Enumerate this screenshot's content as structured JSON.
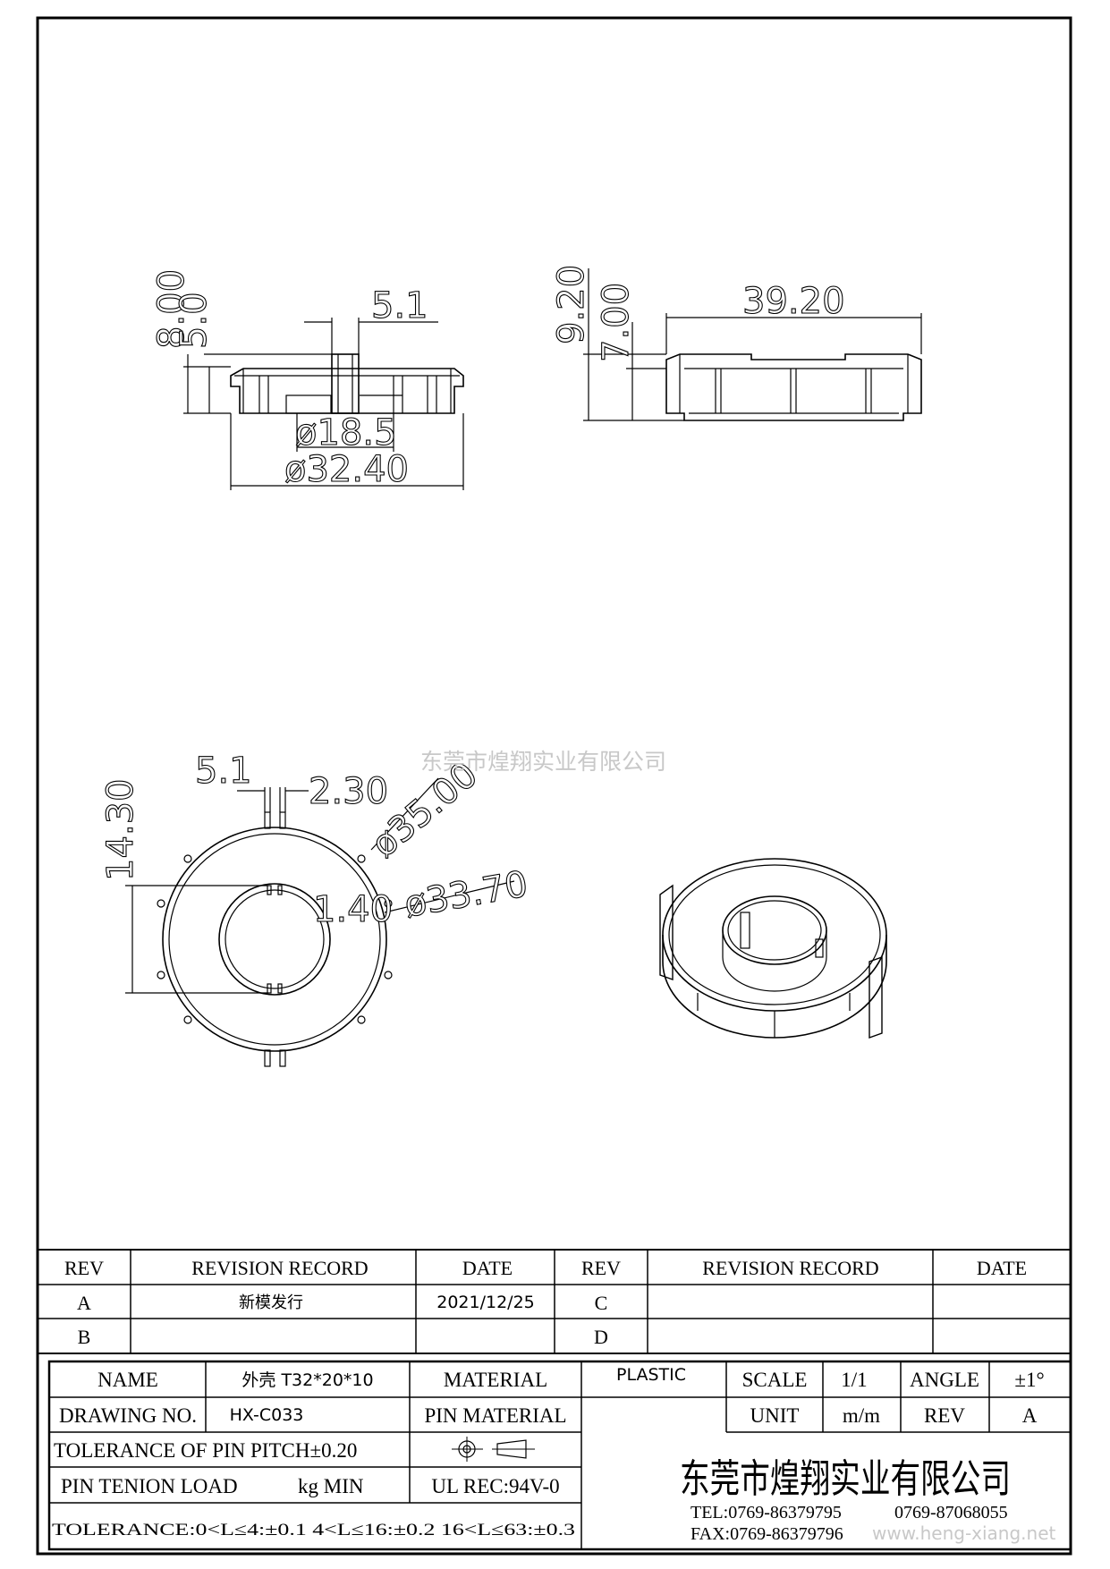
{
  "watermark_center": "东莞市煌翔实业有限公司",
  "watermark_url": "www.heng-xiang.net",
  "dimensions": {
    "front_view": {
      "height_total": "8.00",
      "height_body": "5.0",
      "pin_width": "5.1",
      "inner_diameter": "ø18.5",
      "outer_diameter": "ø32.40"
    },
    "side_view": {
      "height_total": "9.20",
      "height_body": "7.00",
      "width": "39.20"
    },
    "top_view": {
      "pin_spacing": "5.1",
      "pin_width": "2.30",
      "height": "14.30",
      "outer_diameter": "ø35.00",
      "inner_offset": "1.40",
      "body_diameter": "ø33.70"
    }
  },
  "revision_table": {
    "headers": [
      "REV",
      "REVISION RECORD",
      "DATE",
      "REV",
      "REVISION RECORD",
      "DATE"
    ],
    "rows": [
      {
        "rev": "A",
        "record": "新模发行",
        "date": "2021/12/25",
        "rev2": "C",
        "record2": "",
        "date2": ""
      },
      {
        "rev": "B",
        "record": "",
        "date": "",
        "rev2": "D",
        "record2": "",
        "date2": ""
      }
    ]
  },
  "title_block": {
    "name_label": "NAME",
    "name_value": "外壳 T32*20*10",
    "material_label": "MATERIAL",
    "material_value": "PLASTIC",
    "scale_label": "SCALE",
    "scale_value": "1/1",
    "angle_label": "ANGLE",
    "angle_value": "±1°",
    "drawing_no_label": "DRAWING NO.",
    "drawing_no_value": "HX-C033",
    "pin_material_label": "PIN MATERIAL",
    "unit_label": "UNIT",
    "unit_value": "m/m",
    "rev_label": "REV",
    "rev_value": "A",
    "tolerance_pitch": "TOLERANCE OF PIN PITCH±0.20",
    "pin_tension_label": "PIN TENION LOAD",
    "pin_tension_unit": "kg MIN",
    "ul_rec": "UL REC:94V-0",
    "tolerance_general": "TOLERANCE:0<L≤4:±0.1  4<L≤16:±0.2  16<L≤63:±0.3",
    "company": "东莞市煌翔实业有限公司",
    "tel": "TEL:0769-86379795",
    "tel2": "0769-87068055",
    "fax": "FAX:0769-86379796"
  }
}
